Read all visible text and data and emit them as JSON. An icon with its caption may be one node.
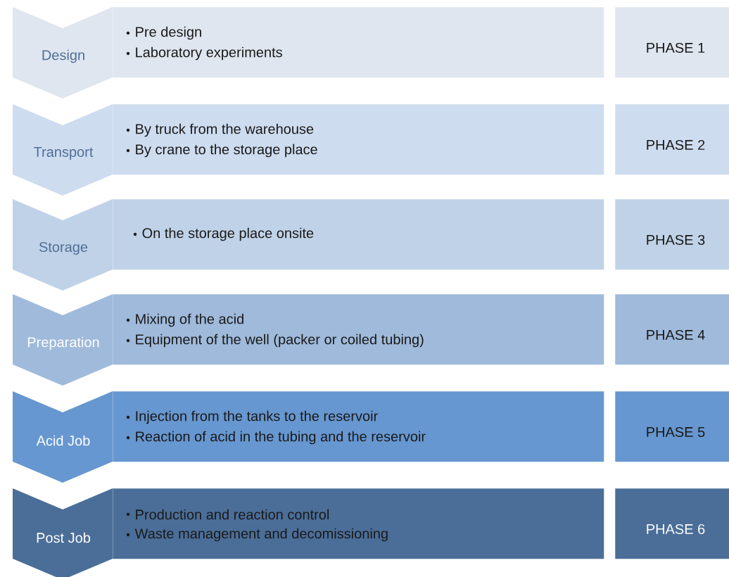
{
  "diagram": {
    "nodes": [
      {
        "text": [
          "Design"
        ]
      },
      {
        "text": [
          "Pre design",
          "Laboratory experiments"
        ]
      },
      {
        "text": [
          "PHASE 1"
        ]
      },
      {
        "text": [
          "Transport"
        ]
      },
      {
        "text": [
          "By truck from the warehouse",
          "By crane to the storage place"
        ]
      },
      {
        "text": [
          "PHASE 2"
        ]
      },
      {
        "text": [
          "Storage"
        ]
      },
      {
        "text": [
          "On the storage place onsite"
        ]
      },
      {
        "text": [
          "PHASE 3"
        ]
      },
      {
        "text": [
          "Preparation"
        ]
      },
      {
        "text": [
          "Mixing of the acid",
          "Equipment of the well (packer or coiled tubing)"
        ]
      },
      {
        "text": [
          "PHASE 4"
        ]
      },
      {
        "text": [
          "Acid Job"
        ]
      },
      {
        "text": [
          "Injection from the tanks to the reservoir",
          "Reaction of acid in the tubing and the reservoir"
        ]
      },
      {
        "text": [
          "PHASE 5"
        ]
      },
      {
        "text": [
          "Post Job"
        ]
      },
      {
        "text": [
          "Production and reaction control",
          "Waste management and decomissioning"
        ]
      },
      {
        "text": [
          "PHASE 6"
        ]
      }
    ]
  }
}
